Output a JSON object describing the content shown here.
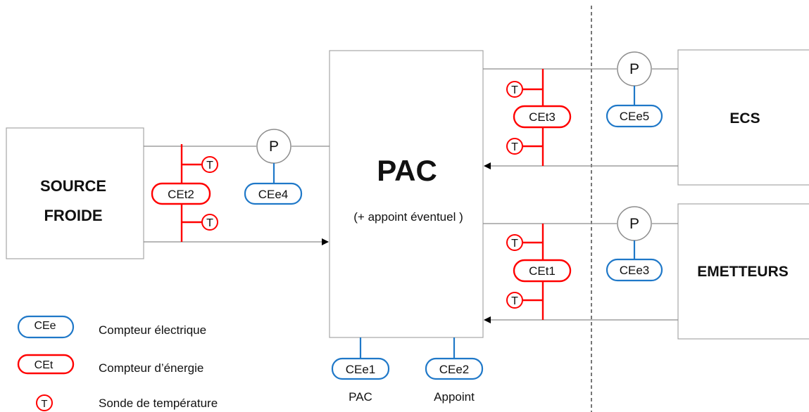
{
  "blocks": {
    "source": [
      "SOURCE",
      "FROIDE"
    ],
    "pac": "PAC",
    "pac_note": "(+ appoint éventuel )",
    "ecs": "ECS",
    "emetteurs": "EMETTEURS"
  },
  "pump_label": "P",
  "sensor_label": "T",
  "energy_meters": {
    "cet1": "CEt1",
    "cet2": "CEt2",
    "cet3": "CEt3"
  },
  "elec_meters": {
    "cee1": "CEe1",
    "cee2": "CEe2",
    "cee3": "CEe3",
    "cee4": "CEe4",
    "cee5": "CEe5"
  },
  "captions": {
    "pac": "PAC",
    "appoint": "Appoint"
  },
  "legend": [
    {
      "symbol": "CEe",
      "text": "Compteur électrique"
    },
    {
      "symbol": "CEt",
      "text": "Compteur d’énergie"
    },
    {
      "symbol": "T",
      "text": "Sonde de température"
    }
  ]
}
